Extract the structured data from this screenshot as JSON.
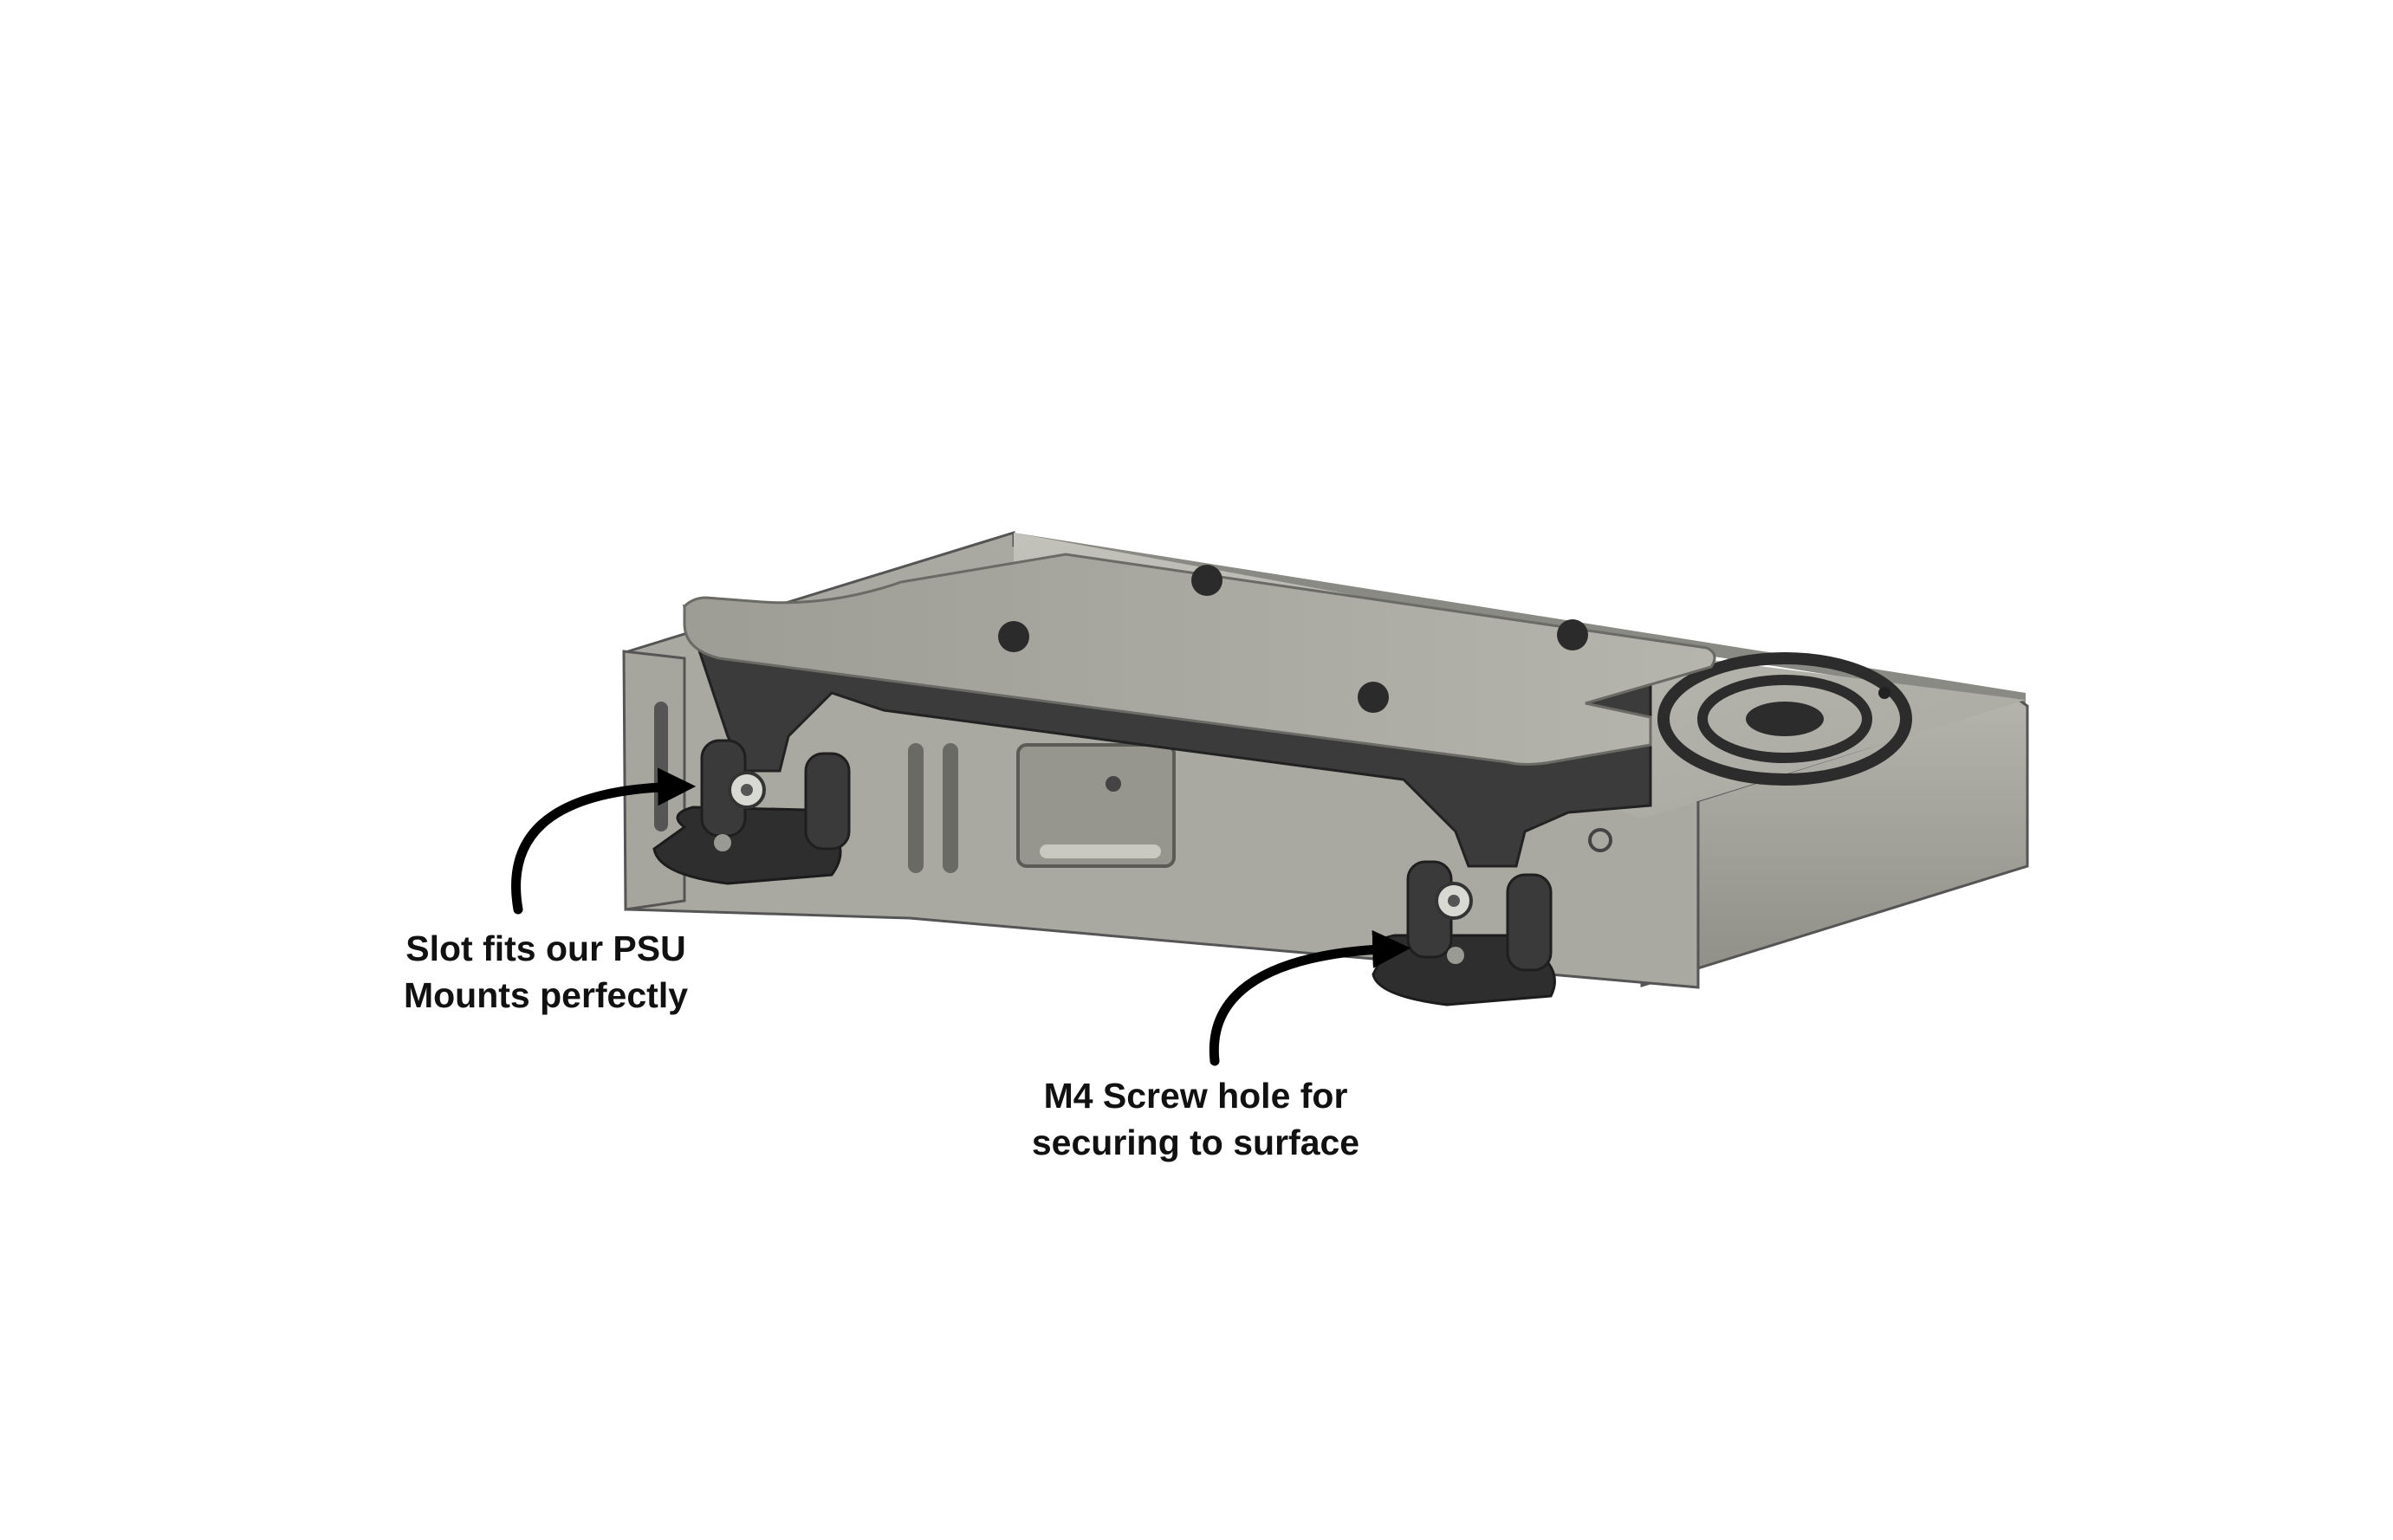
{
  "callouts": {
    "slot": {
      "line1": "Slot fits our PSU",
      "line2": "Mounts perfectly"
    },
    "screw": {
      "line1": "M4 Screw hole for",
      "line2": "securing to surface"
    }
  },
  "colors": {
    "background": "#ffffff",
    "bracket": "#3a3a3a",
    "psu_body": "#a3a39b",
    "label_text": "#111111"
  }
}
